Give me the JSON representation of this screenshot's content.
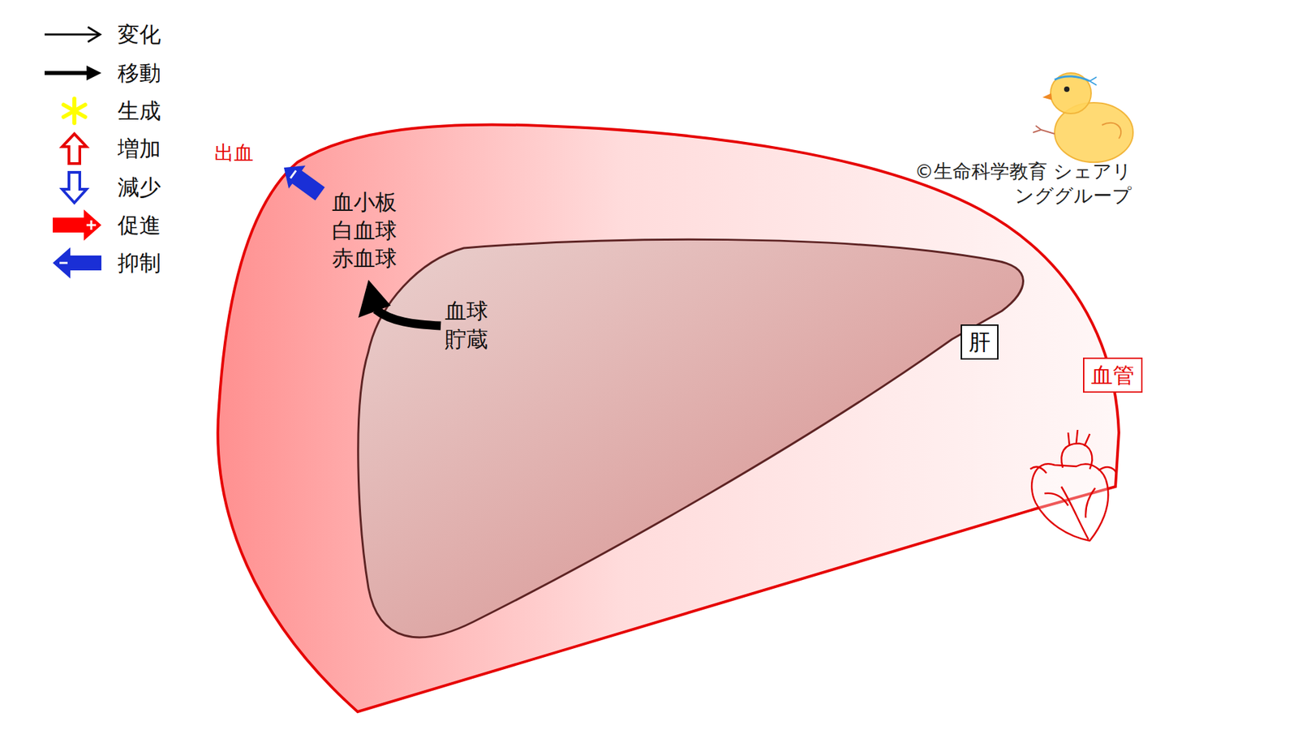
{
  "diagram": {
    "nodes": [
      {
        "text": [
          "血管"
        ]
      },
      {
        "text": [
          "肝"
        ],
        "in": 0
      }
    ],
    "labels": [
      "出血",
      "血小板 白血球 赤血球",
      "血球 貯蔵",
      "©生命科学教育 シェアリンググループ"
    ],
    "legend": [
      {
        "text": "変化"
      },
      {
        "text": "移動"
      },
      {
        "text": "生成"
      },
      {
        "text": "増加"
      },
      {
        "text": "減少"
      },
      {
        "text": "促進"
      },
      {
        "text": "抑制"
      }
    ]
  }
}
